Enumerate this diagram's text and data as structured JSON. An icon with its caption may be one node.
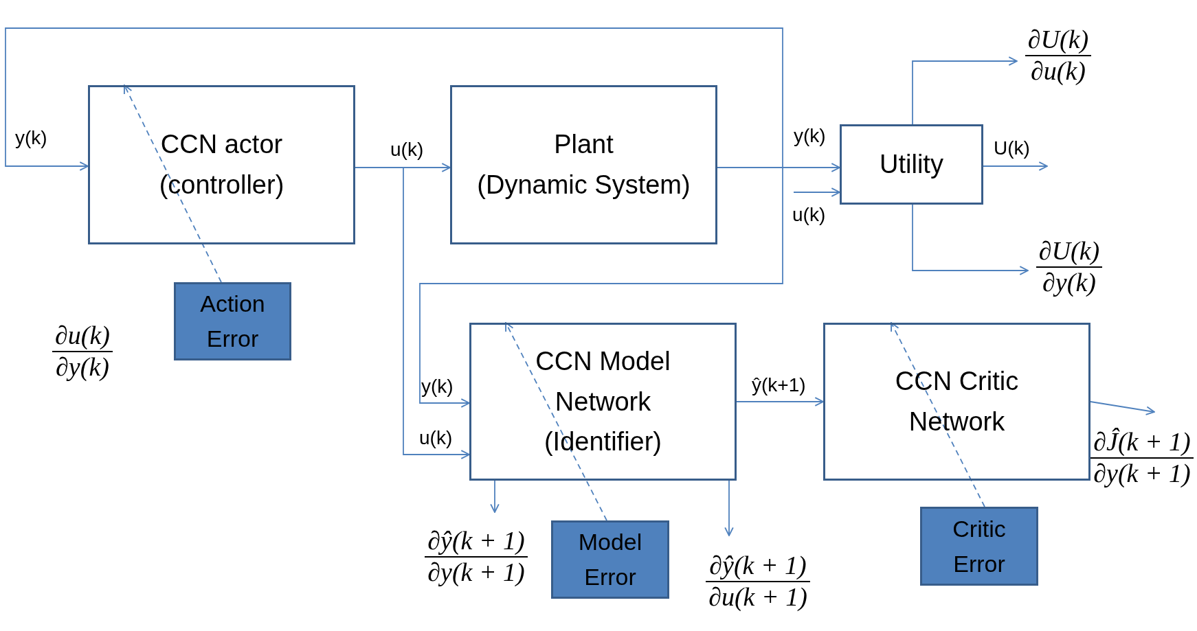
{
  "diagram": {
    "nodes": [
      {
        "text": [
          "CCN actor (controller)"
        ]
      },
      {
        "text": [
          "Plant",
          "(Dynamic System)"
        ]
      },
      {
        "text": [
          "Utility"
        ]
      },
      {
        "text": [
          "Action Error"
        ]
      },
      {
        "text": [
          "CCN Model Network (Identifier)"
        ]
      },
      {
        "text": [
          "CCN Critic Network"
        ]
      },
      {
        "text": [
          "Model Error"
        ]
      },
      {
        "text": [
          "Critic Error"
        ]
      },
      {
        "text": [
          "∂U(k)",
          "∂u(k)"
        ]
      },
      {
        "text": [
          "∂U(k)",
          "∂y(k)"
        ]
      },
      {
        "text": [
          "∂ŷ(k + 1)",
          "∂y(k + 1)"
        ]
      },
      {
        "text": [
          "∂ŷ(k + 1)",
          "∂u(k + 1)"
        ]
      },
      {
        "text": [
          "∂Ĵ(k + 1)",
          "∂y(k + 1)"
        ]
      }
    ],
    "edges": [
      {
        "from": 0,
        "to": 1,
        "arrow": "to",
        "label": "u(k)"
      },
      {
        "from": 0,
        "to": 4,
        "arrow": "to",
        "label": "u(k)"
      },
      {
        "from": 1,
        "to": 2,
        "arrow": "to",
        "label": "y(k)"
      },
      {
        "from": 1,
        "to": 0,
        "arrow": "to",
        "label": "y(k)"
      },
      {
        "from": 1,
        "to": 4,
        "arrow": "to",
        "label": "y(k)"
      },
      {
        "from": null,
        "to": 2,
        "arrow": "to",
        "label": "u(k)"
      },
      {
        "from": 2,
        "to": 8,
        "arrow": "to"
      },
      {
        "from": 2,
        "to": null,
        "arrow": "to",
        "label": "U(k)"
      },
      {
        "from": 2,
        "to": 9,
        "arrow": "to"
      },
      {
        "from": 4,
        "to": 5,
        "arrow": "to",
        "label": "ŷ(k+1)"
      },
      {
        "from": 4,
        "to": 10,
        "arrow": "to"
      },
      {
        "from": 4,
        "to": 11,
        "arrow": "to"
      },
      {
        "from": 5,
        "to": 12,
        "arrow": "to"
      },
      {
        "from": 3,
        "to": 0,
        "arrow": "to",
        "style": "dashed"
      },
      {
        "from": 6,
        "to": 4,
        "arrow": "to",
        "style": "dashed"
      },
      {
        "from": 7,
        "to": 5,
        "arrow": "to",
        "style": "dashed"
      }
    ],
    "labels": [
      "∂u(k)",
      "∂y(k)"
    ]
  }
}
